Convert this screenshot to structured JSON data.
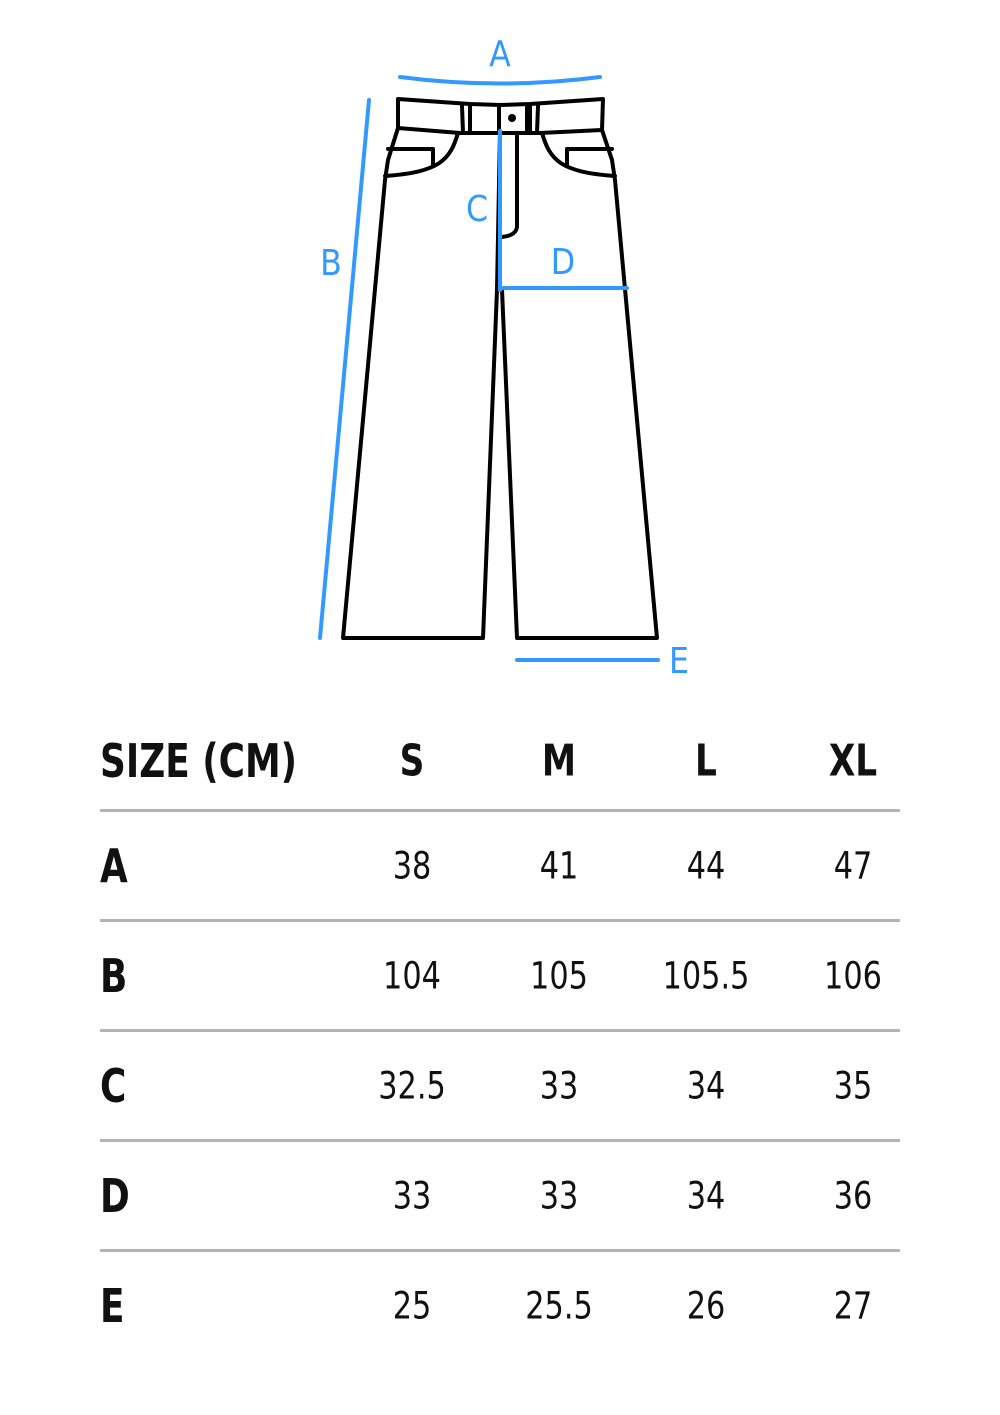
{
  "diagram": {
    "garment": "wide-leg pants",
    "labels": {
      "A": "A",
      "B": "B",
      "C": "C",
      "D": "D",
      "E": "E"
    },
    "accent_color": "#3399ff",
    "outline_color": "#000000"
  },
  "table": {
    "header": {
      "title": "SIZE (CM)",
      "sizes": [
        "S",
        "M",
        "L",
        "XL"
      ]
    },
    "rows": [
      {
        "label": "A",
        "values": [
          "38",
          "41",
          "44",
          "47"
        ]
      },
      {
        "label": "B",
        "values": [
          "104",
          "105",
          "105.5",
          "106"
        ]
      },
      {
        "label": "C",
        "values": [
          "32.5",
          "33",
          "34",
          "35"
        ]
      },
      {
        "label": "D",
        "values": [
          "33",
          "33",
          "34",
          "36"
        ]
      },
      {
        "label": "E",
        "values": [
          "25",
          "25.5",
          "26",
          "27"
        ]
      }
    ],
    "divider_color": "#b4b4b4"
  }
}
